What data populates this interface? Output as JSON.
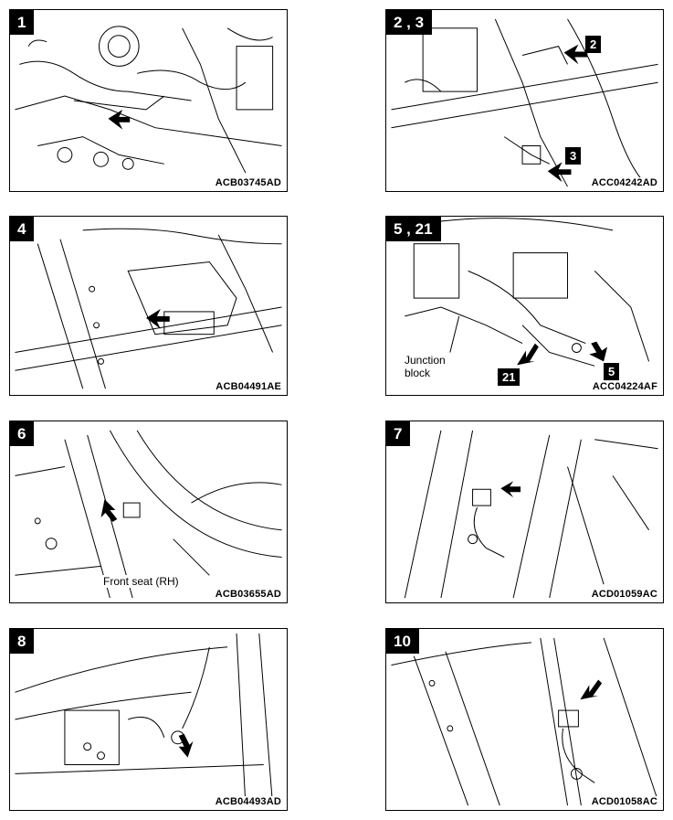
{
  "panels": [
    {
      "tag": "1",
      "code": "ACB03745AD"
    },
    {
      "tag": "2 , 3",
      "code": "ACC04242AD",
      "callouts": [
        "2",
        "3"
      ]
    },
    {
      "tag": "4",
      "code": "ACB04491AE"
    },
    {
      "tag": "5 , 21",
      "code": "ACC04224AF",
      "callouts": [
        "21",
        "5"
      ],
      "label": "Junction\nblock"
    },
    {
      "tag": "6",
      "code": "ACB03655AD",
      "label": "Front seat (RH)"
    },
    {
      "tag": "7",
      "code": "ACD01059AC"
    },
    {
      "tag": "8",
      "code": "ACB04493AD"
    },
    {
      "tag": "10",
      "code": "ACD01058AC"
    }
  ]
}
